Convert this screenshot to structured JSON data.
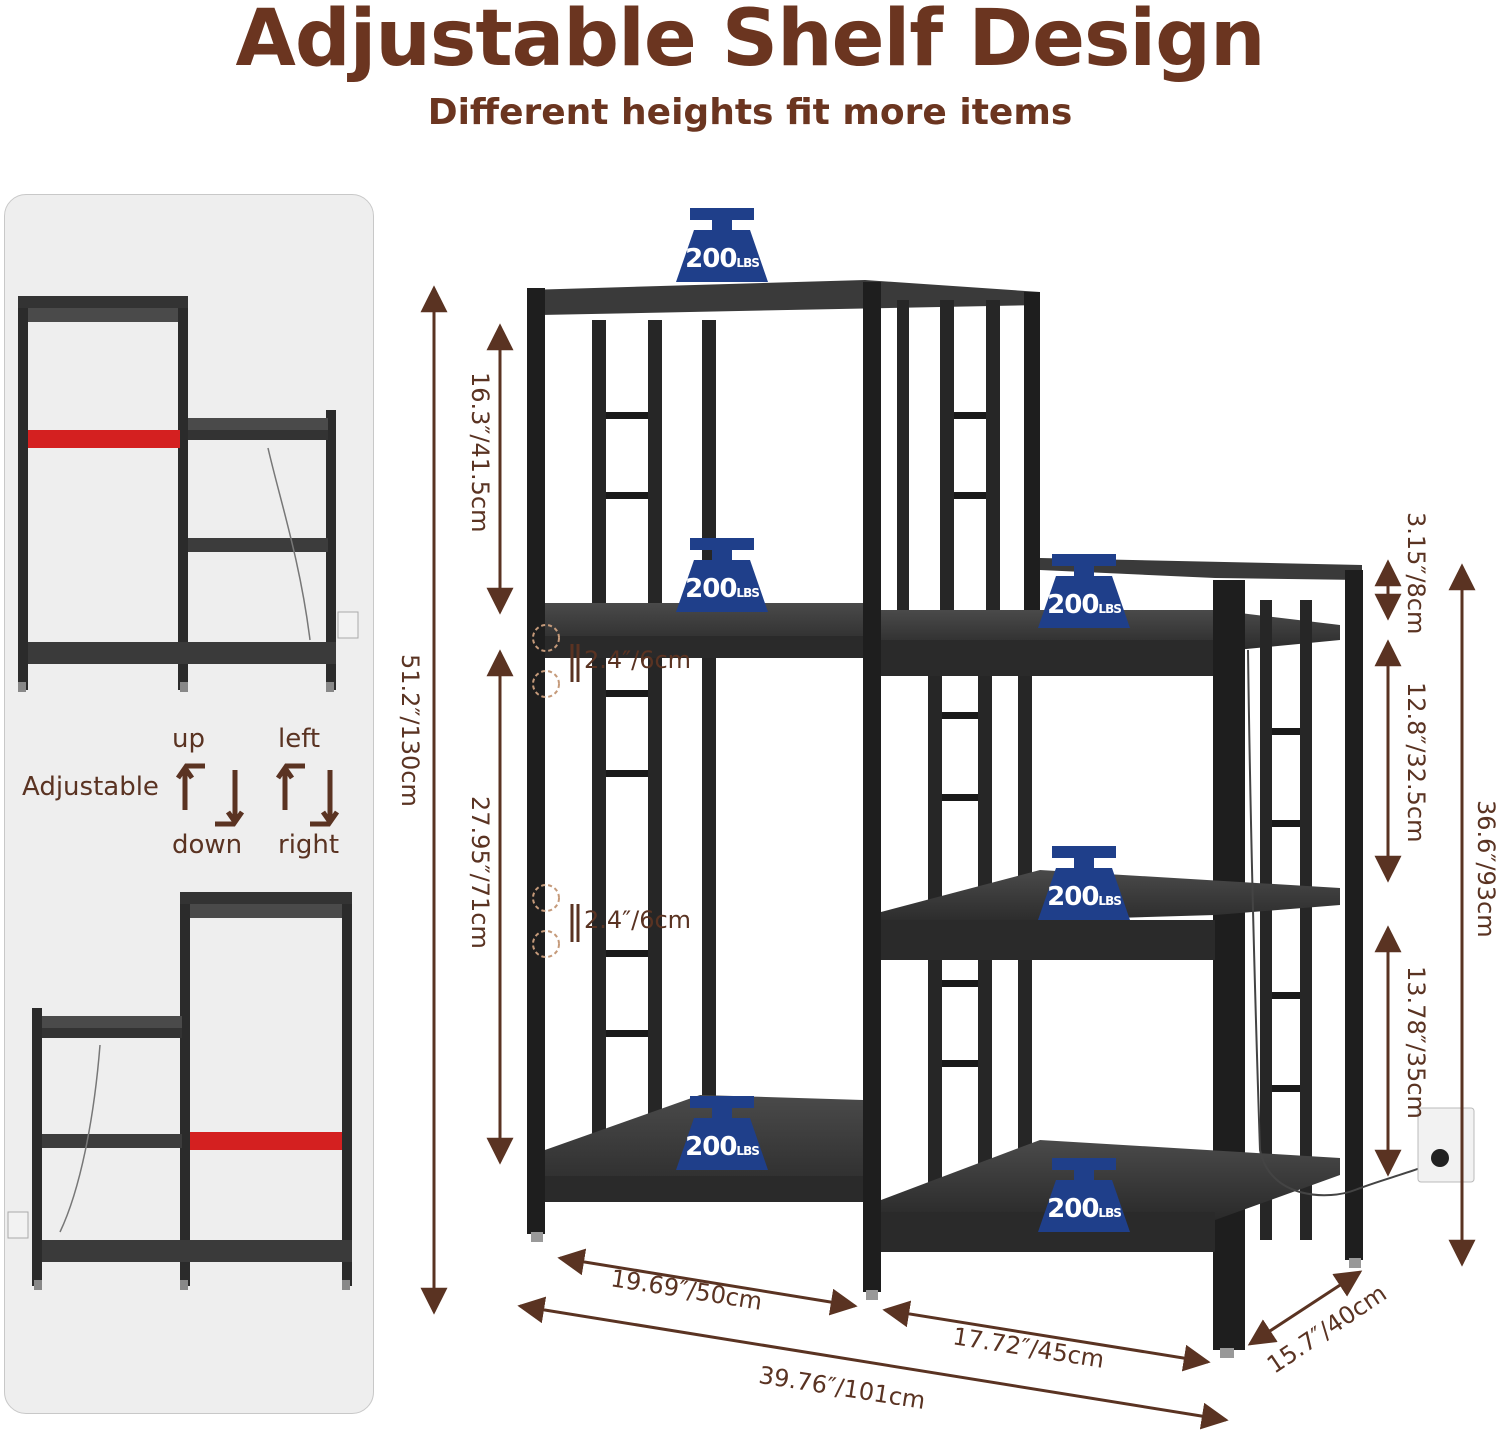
{
  "header": {
    "title": "Adjustable Shelf Design",
    "subtitle": "Different heights fit more items"
  },
  "adjust_panel": {
    "label": "Adjustable",
    "up": "up",
    "down": "down",
    "left": "left",
    "right": "right",
    "highlight_color": "#d42020"
  },
  "load_badges": [
    {
      "value": "200",
      "unit": "LBS"
    },
    {
      "value": "200",
      "unit": "LBS"
    },
    {
      "value": "200",
      "unit": "LBS"
    },
    {
      "value": "200",
      "unit": "LBS"
    },
    {
      "value": "200",
      "unit": "LBS"
    },
    {
      "value": "200",
      "unit": "LBS"
    }
  ],
  "dimensions": {
    "top_section": "16.3″/41.5cm",
    "total_height": "51.2″/130cm",
    "lower_section": "27.95″/71cm",
    "hole_gap_top": "2.4″/6cm",
    "hole_gap_bottom": "2.4″/6cm",
    "top_edge": "3.15″/8cm",
    "right_upper": "12.8″/32.5cm",
    "right_lower": "13.78″/35cm",
    "right_height": "36.6″/93cm",
    "left_width": "19.69″/50cm",
    "right_width": "17.72″/45cm",
    "total_width": "39.76″/101cm",
    "depth": "15.7″/40cm"
  },
  "colors": {
    "title": "#6b3520",
    "dimension": "#5a3322",
    "badge": "#1f3f8a",
    "frame": "#1e1e1e",
    "shelf": "#3a3a3a"
  }
}
